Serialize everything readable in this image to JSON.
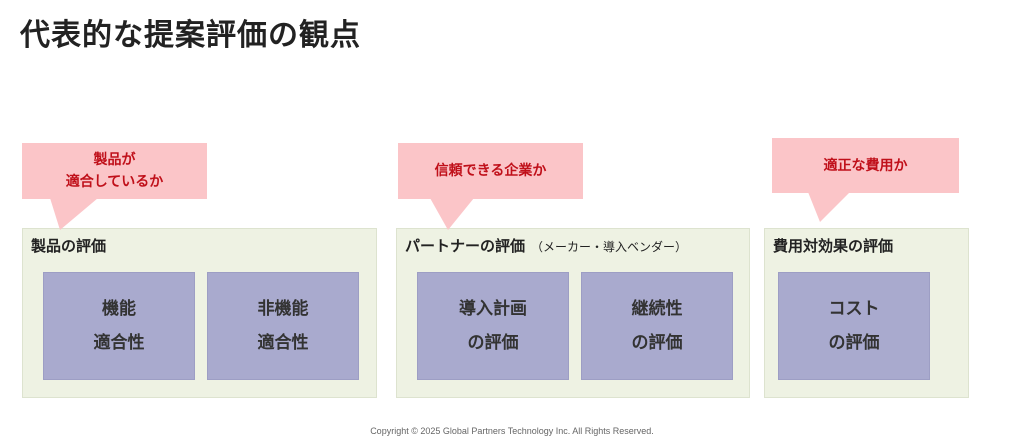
{
  "title": "代表的な提案評価の観点",
  "groups": [
    {
      "title": "製品の評価",
      "callout": [
        "製品が",
        "適合しているか"
      ],
      "boxes": [
        [
          "機能",
          "適合性"
        ],
        [
          "非機能",
          "適合性"
        ]
      ]
    },
    {
      "title": "パートナーの評価",
      "note": "（メーカー・導入ベンダー）",
      "callout": [
        "信頼できる企業か"
      ],
      "boxes": [
        [
          "導入計画",
          "の評価"
        ],
        [
          "継続性",
          "の評価"
        ]
      ]
    },
    {
      "title": "費用対効果の評価",
      "callout": [
        "適正な費用か"
      ],
      "boxes": [
        [
          "コスト",
          "の評価"
        ]
      ]
    }
  ],
  "colors": {
    "group_bg": "#eef2e3",
    "box_bg": "#a9aace",
    "callout_bg": "#fbc5c8",
    "callout_text": "#c0101a"
  },
  "footer": "Copyright © 2025 Global Partners Technology Inc. All Rights Reserved."
}
